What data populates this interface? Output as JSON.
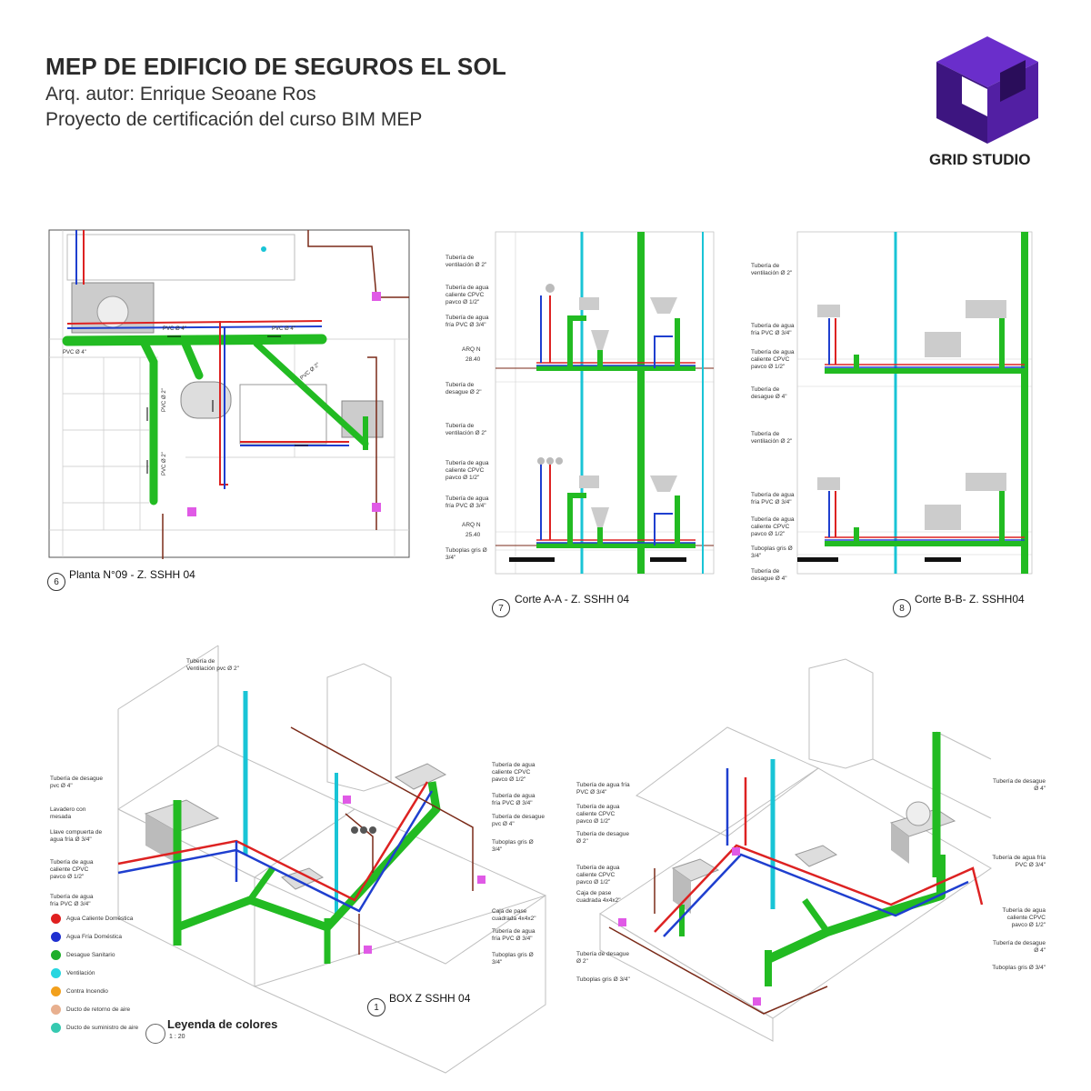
{
  "header": {
    "title": "MEP DE EDIFICIO DE SEGUROS EL SOL",
    "author": "Arq. autor: Enrique Seoane Ros",
    "project": "Proyecto de certificación del curso BIM MEP",
    "brand": "GRID STUDIO"
  },
  "colors": {
    "logo_dark": "#3a1670",
    "logo_mid": "#5a22a8",
    "logo_light": "#7b3fe0",
    "pipe_green": "#22bb22",
    "pipe_red": "#dd2222",
    "pipe_blue": "#1f3fcf",
    "pipe_cyan": "#19c4d6",
    "pipe_brown": "#7a2a18",
    "box_magenta": "#e05ae6"
  },
  "plan": {
    "number": "6",
    "caption": "Planta N°09 - Z. SSHH 04",
    "labels": [
      "PVC Ø 4\"",
      "PVC Ø 4\"",
      "PVC Ø 4\"",
      "PVC Ø 2\"",
      "PVC Ø 2\"",
      "PVC Ø 2\""
    ]
  },
  "section_a": {
    "number": "7",
    "caption": "Corte A-A - Z. SSHH 04",
    "labels": [
      "Tubería de ventilación Ø 2\"",
      "Tubería de agua caliente CPVC pavco Ø 1/2\"",
      "Tubería de agua fría PVC Ø 3/4\"",
      "Tubería de desague Ø 2\"",
      "Tubería de ventilación Ø 2\"",
      "Tubería de agua caliente CPVC pavco Ø 1/2\"",
      "Tubería de agua fría PVC Ø 3/4\"",
      "Tuboplas gris Ø 3/4\""
    ],
    "level_marks": [
      {
        "name": "ARQ N",
        "value": "28.40"
      },
      {
        "name": "ARQ N",
        "value": "25.40"
      }
    ]
  },
  "section_b": {
    "number": "8",
    "caption": "Corte B-B- Z. SSHH04",
    "labels": [
      "Tubería de ventilación Ø 2\"",
      "Tubería de agua fría PVC Ø 3/4\"",
      "Tubería de agua caliente CPVC pavco Ø 1/2\"",
      "Tubería de desague Ø 4\"",
      "Tubería de ventilación Ø 2\"",
      "Tubería de agua fría PVC Ø 3/4\"",
      "Tubería de agua caliente CPVC pavco Ø 1/2\"",
      "Tuboplas gris Ø 3/4\"",
      "Tubería de desague Ø 4\""
    ]
  },
  "iso_left": {
    "number": "1",
    "caption": "BOX Z SSHH 04",
    "labels_left": [
      "Tubería de desague pvc Ø 4\"",
      "Lavadero con mesada",
      "Llave compuerta de agua fría Ø 3/4\"",
      "Tubería de agua caliente CPVC pavco Ø 1/2\"",
      "Tubería de agua fría PVC Ø 3/4\""
    ],
    "label_top": "Tubería de Ventilación pvc Ø 2\"",
    "labels_right": [
      "Tubería de agua caliente CPVC pavco Ø 1/2\"",
      "Tubería de agua fría PVC Ø 3/4\"",
      "Tubería de desague pvc Ø 4\"",
      "Tuboplas gris Ø 3/4\"",
      "Caja de pase cuadrada 4x4x2\"",
      "Tubería de agua fría PVC Ø 3/4\"",
      "Tuboplas gris Ø 3/4\""
    ]
  },
  "iso_right": {
    "labels_left": [
      "Tubería de agua fría PVC Ø 3/4\"",
      "Tubería de agua caliente CPVC pavco Ø 1/2\"",
      "Tubería de desague Ø 2\"",
      "Tubería de agua caliente CPVC pavco Ø 1/2\"",
      "Caja de pase cuadrada 4x4x2\"",
      "Tubería de desague Ø 2\"",
      "Tuboplas gris Ø 3/4\""
    ],
    "labels_right": [
      "Tubería de desague Ø 4\"",
      "Tubería de agua fría PVC Ø 3/4\"",
      "Tubería de agua caliente CPVC pavco Ø 1/2\"",
      "Tubería de desague Ø 4\"",
      "Tuboplas gris Ø 3/4\""
    ]
  },
  "legend": {
    "title": "Leyenda de colores",
    "scale": "1 : 20",
    "items": [
      {
        "label": "Agua Caliente Doméstica",
        "color": "#e02020"
      },
      {
        "label": "Agua Fría Doméstica",
        "color": "#1f2fd0"
      },
      {
        "label": "Desague Sanitario",
        "color": "#1fae2a"
      },
      {
        "label": "Ventilación",
        "color": "#27d6e0"
      },
      {
        "label": "Contra Incendio",
        "color": "#f2a01c"
      },
      {
        "label": "Ducto de retorno de aire",
        "color": "#e8b08f"
      },
      {
        "label": "Ducto de suministro de aire",
        "color": "#36c9b0"
      }
    ]
  }
}
